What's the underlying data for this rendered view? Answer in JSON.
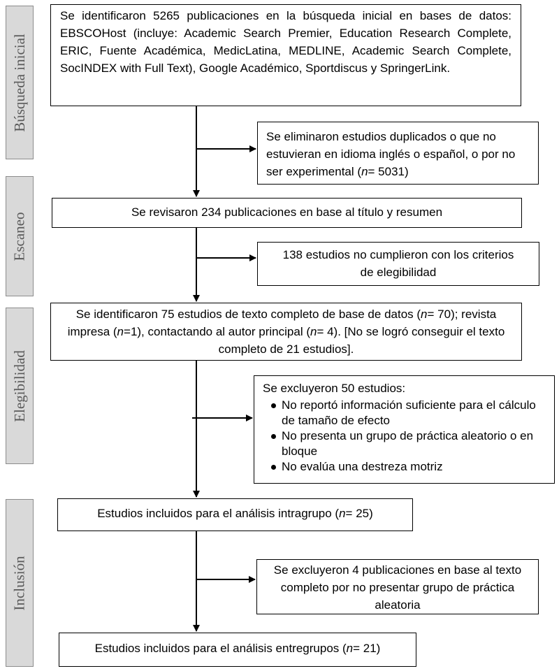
{
  "phases": [
    {
      "id": "busqueda",
      "label": "Búsqueda inicial"
    },
    {
      "id": "escaneo",
      "label": "Escaneo"
    },
    {
      "id": "elegibilidad",
      "label": "Elegibilidad"
    },
    {
      "id": "inclusion",
      "label": "Inclusión"
    }
  ],
  "flow": {
    "box1": "Se identificaron 5265 publicaciones en la búsqueda inicial en bases de datos: EBSCOHost (incluye: Academic Search Premier, Education Research Complete, ERIC, Fuente Académica, MedicLatina, MEDLINE, Academic Search Complete, SocINDEX with Full Text), Google Académico, Sportdiscus y SpringerLink.",
    "box2": "Se revisaron 234 publicaciones en base al título y resumen",
    "box3": {
      "before1": "Se identificaron 75 estudios de texto completo de base de datos (",
      "n1": "n",
      "after1": "= 70); revista impresa (",
      "n2": "n",
      "after2": "=1), contactando al autor principal (",
      "n3": "n",
      "after3": "= 4). [No se logró conseguir el texto completo de 21 estudios]."
    },
    "box4": {
      "before": "Estudios incluidos para el análisis intragrupo (",
      "n": "n",
      "after": "= 25)"
    },
    "box5": {
      "before": "Estudios incluidos para el análisis entregrupos (",
      "n": "n",
      "after": "= 21)"
    }
  },
  "exclusions": {
    "ex1": {
      "before": "Se eliminaron estudios duplicados o que no estuvieran en idioma inglés o español, o por no ser experimental (",
      "n": "n",
      "after": "= 5031)"
    },
    "ex2": "138 estudios no cumplieron con los criterios de elegibilidad",
    "ex3": {
      "title": "Se excluyeron 50 estudios:",
      "items": [
        "No reportó información suficiente para el cálculo de tamaño de efecto",
        "No presenta un grupo de práctica aleatorio o en bloque",
        "No evalúa una destreza motriz"
      ]
    },
    "ex4": "Se excluyeron 4 publicaciones en base al texto completo por no presentar grupo de práctica aleatoria"
  }
}
